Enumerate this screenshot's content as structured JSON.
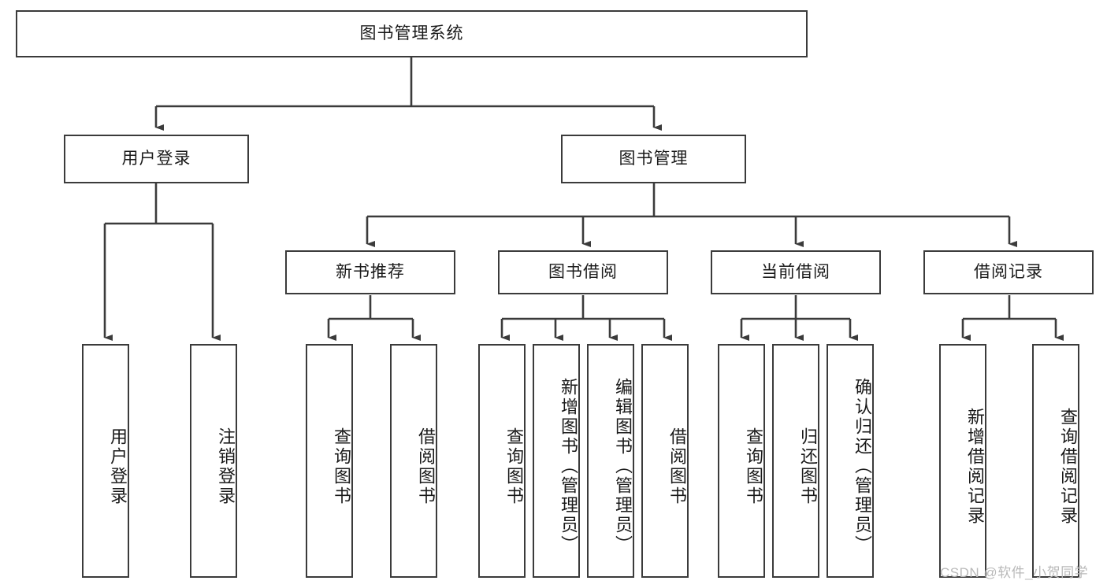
{
  "diagram": {
    "title_box": {
      "label": "图书管理系统"
    },
    "level2": [
      {
        "label": "用户登录"
      },
      {
        "label": "图书管理"
      }
    ],
    "level3": [
      {
        "label": "新书推荐"
      },
      {
        "label": "图书借阅"
      },
      {
        "label": "当前借阅"
      },
      {
        "label": "借阅记录"
      }
    ],
    "leaves": {
      "user_login": [
        {
          "label": "用户登录"
        },
        {
          "label": "注销登录"
        }
      ],
      "new_book_recommend": [
        {
          "label": "查询图书"
        },
        {
          "label": "借阅图书"
        }
      ],
      "book_borrow": [
        {
          "label": "查询图书"
        },
        {
          "label": "新增图书（管理员）"
        },
        {
          "label": "编辑图书（管理员）"
        },
        {
          "label": "借阅图书"
        }
      ],
      "current_borrow": [
        {
          "label": "查询图书"
        },
        {
          "label": "归还图书"
        },
        {
          "label": "确认归还（管理员）"
        }
      ],
      "borrow_record": [
        {
          "label": "新增借阅记录"
        },
        {
          "label": "查询借阅记录"
        }
      ]
    }
  },
  "watermark": {
    "text": "CSDN @软件_小贺同学"
  },
  "colors": {
    "stroke": "#3b3b3b",
    "box_fill": "#ffffff",
    "text": "#1a1a1a",
    "watermark": "#b9b9b9",
    "background": "#ffffff"
  }
}
